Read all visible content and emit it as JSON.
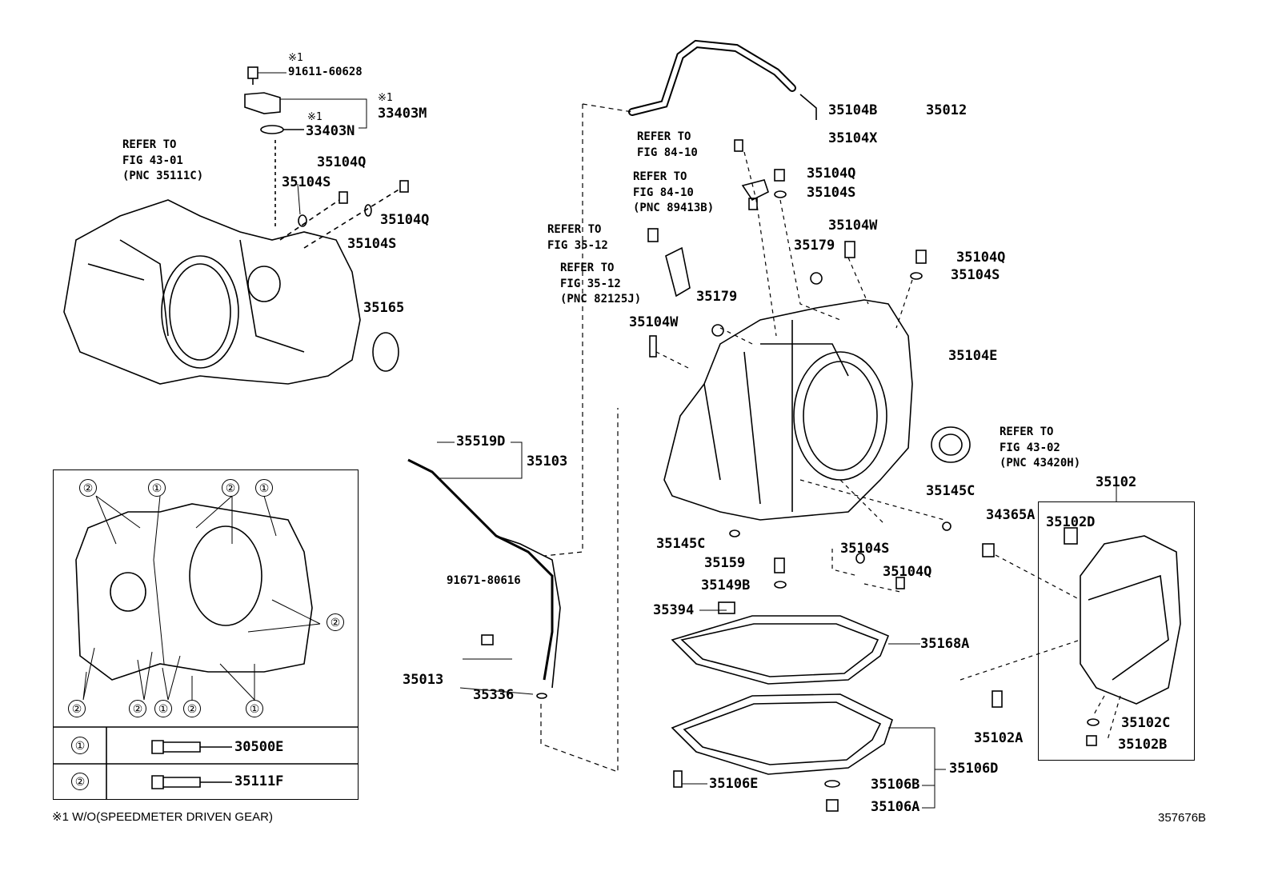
{
  "diagram_id": "357676B",
  "footnote": "※1 W/O(SPEEDMETER DRIVEN GEAR)",
  "mark": "※1",
  "refer": {
    "r1": [
      "REFER TO",
      "FIG 43-01",
      "(PNC 35111C)"
    ],
    "r2": [
      "REFER TO",
      "FIG 84-10"
    ],
    "r3": [
      "REFER TO",
      "FIG 84-10",
      "(PNC 89413B)"
    ],
    "r4": [
      "REFER TO",
      "FIG 35-12"
    ],
    "r5": [
      "REFER TO",
      "FIG 35-12",
      "(PNC 82125J)"
    ],
    "r6": [
      "REFER TO",
      "FIG 43-02",
      "(PNC 43420H)"
    ]
  },
  "parts": {
    "p91611": "91611-60628",
    "p33403M": "33403M",
    "p33403N": "33403N",
    "p35104Q_a": "35104Q",
    "p35104S_a": "35104S",
    "p35104Q_b": "35104Q",
    "p35104S_b": "35104S",
    "p35165": "35165",
    "p35104B": "35104B",
    "p35012": "35012",
    "p35104X": "35104X",
    "p35104Q_c": "35104Q",
    "p35104S_c": "35104S",
    "p35104W_a": "35104W",
    "p35179_a": "35179",
    "p35104Q_d": "35104Q",
    "p35104S_d": "35104S",
    "p35179_b": "35179",
    "p35104W_b": "35104W",
    "p35104E": "35104E",
    "p35519D": "35519D",
    "p35103": "35103",
    "p35102": "35102",
    "p35145C_a": "35145C",
    "p34365A": "34365A",
    "p35102D": "35102D",
    "p35145C_b": "35145C",
    "p35159": "35159",
    "p35104S_e": "35104S",
    "p35104Q_e": "35104Q",
    "p91671": "91671-80616",
    "p35149B": "35149B",
    "p35394": "35394",
    "p35168A": "35168A",
    "p35013": "35013",
    "p35336": "35336",
    "p35102C": "35102C",
    "p35102A": "35102A",
    "p35102B": "35102B",
    "p35106D": "35106D",
    "p35106E": "35106E",
    "p35106B": "35106B",
    "p35106A": "35106A"
  },
  "inset": {
    "callouts": [
      "②",
      "①",
      "②",
      "①",
      "②",
      "②",
      "②",
      "①",
      "②",
      "①"
    ],
    "table": [
      {
        "key": "①",
        "part": "30500E"
      },
      {
        "key": "②",
        "part": "35111F"
      }
    ]
  }
}
